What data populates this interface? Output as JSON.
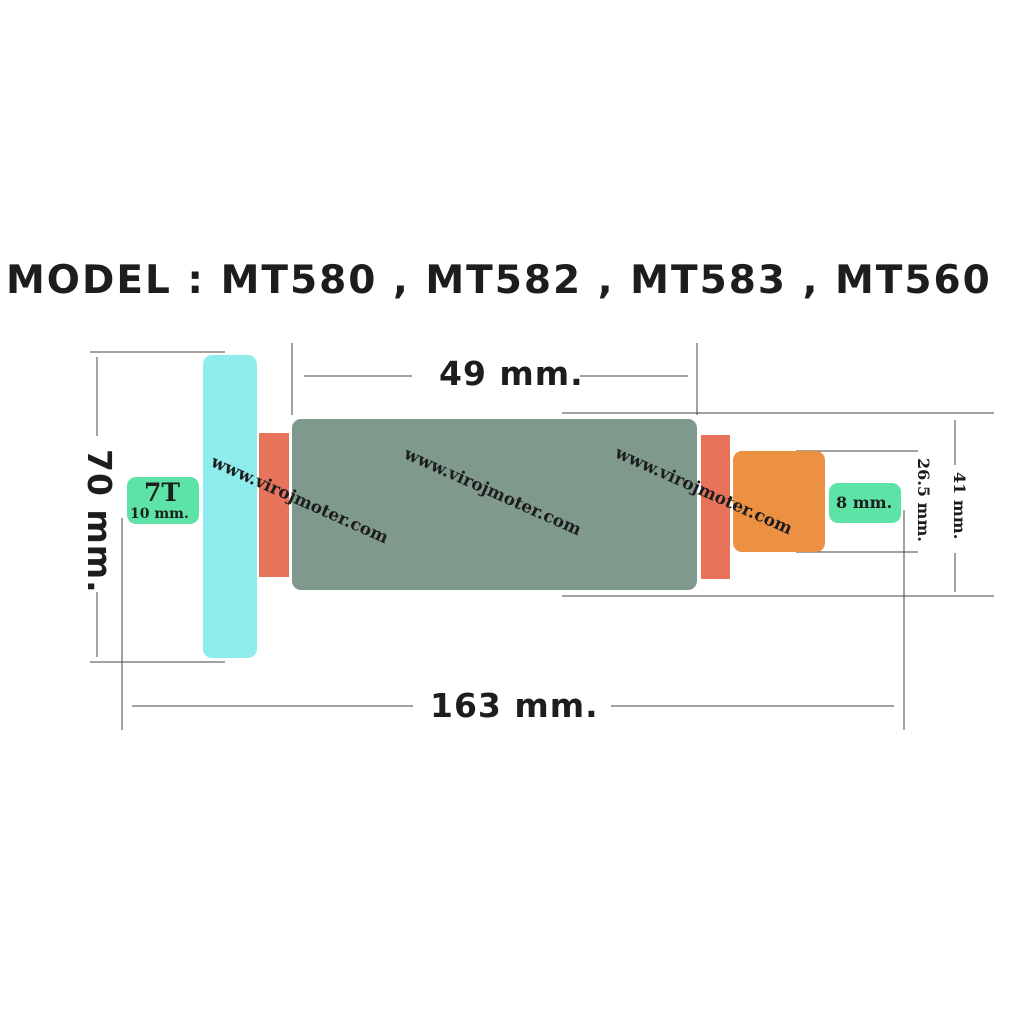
{
  "title": "MODEL : MT580 , MT582 , MT583 , MT560",
  "dimensions": {
    "core_length": "49 mm.",
    "total_length": "163 mm.",
    "fan_diameter": "70 mm.",
    "core_diameter": "41 mm.",
    "commutator_diameter": "26.5 mm.",
    "shaft_diameter": "8 mm."
  },
  "gear": {
    "teeth": "7T",
    "diameter": "10 mm."
  },
  "watermark": "www.virojmoter.com",
  "colors": {
    "fan": "#8eecec",
    "insulator": "#e7735a",
    "core": "#7f9a8c",
    "commutator": "#ec9144",
    "label": "#5de3a6"
  }
}
